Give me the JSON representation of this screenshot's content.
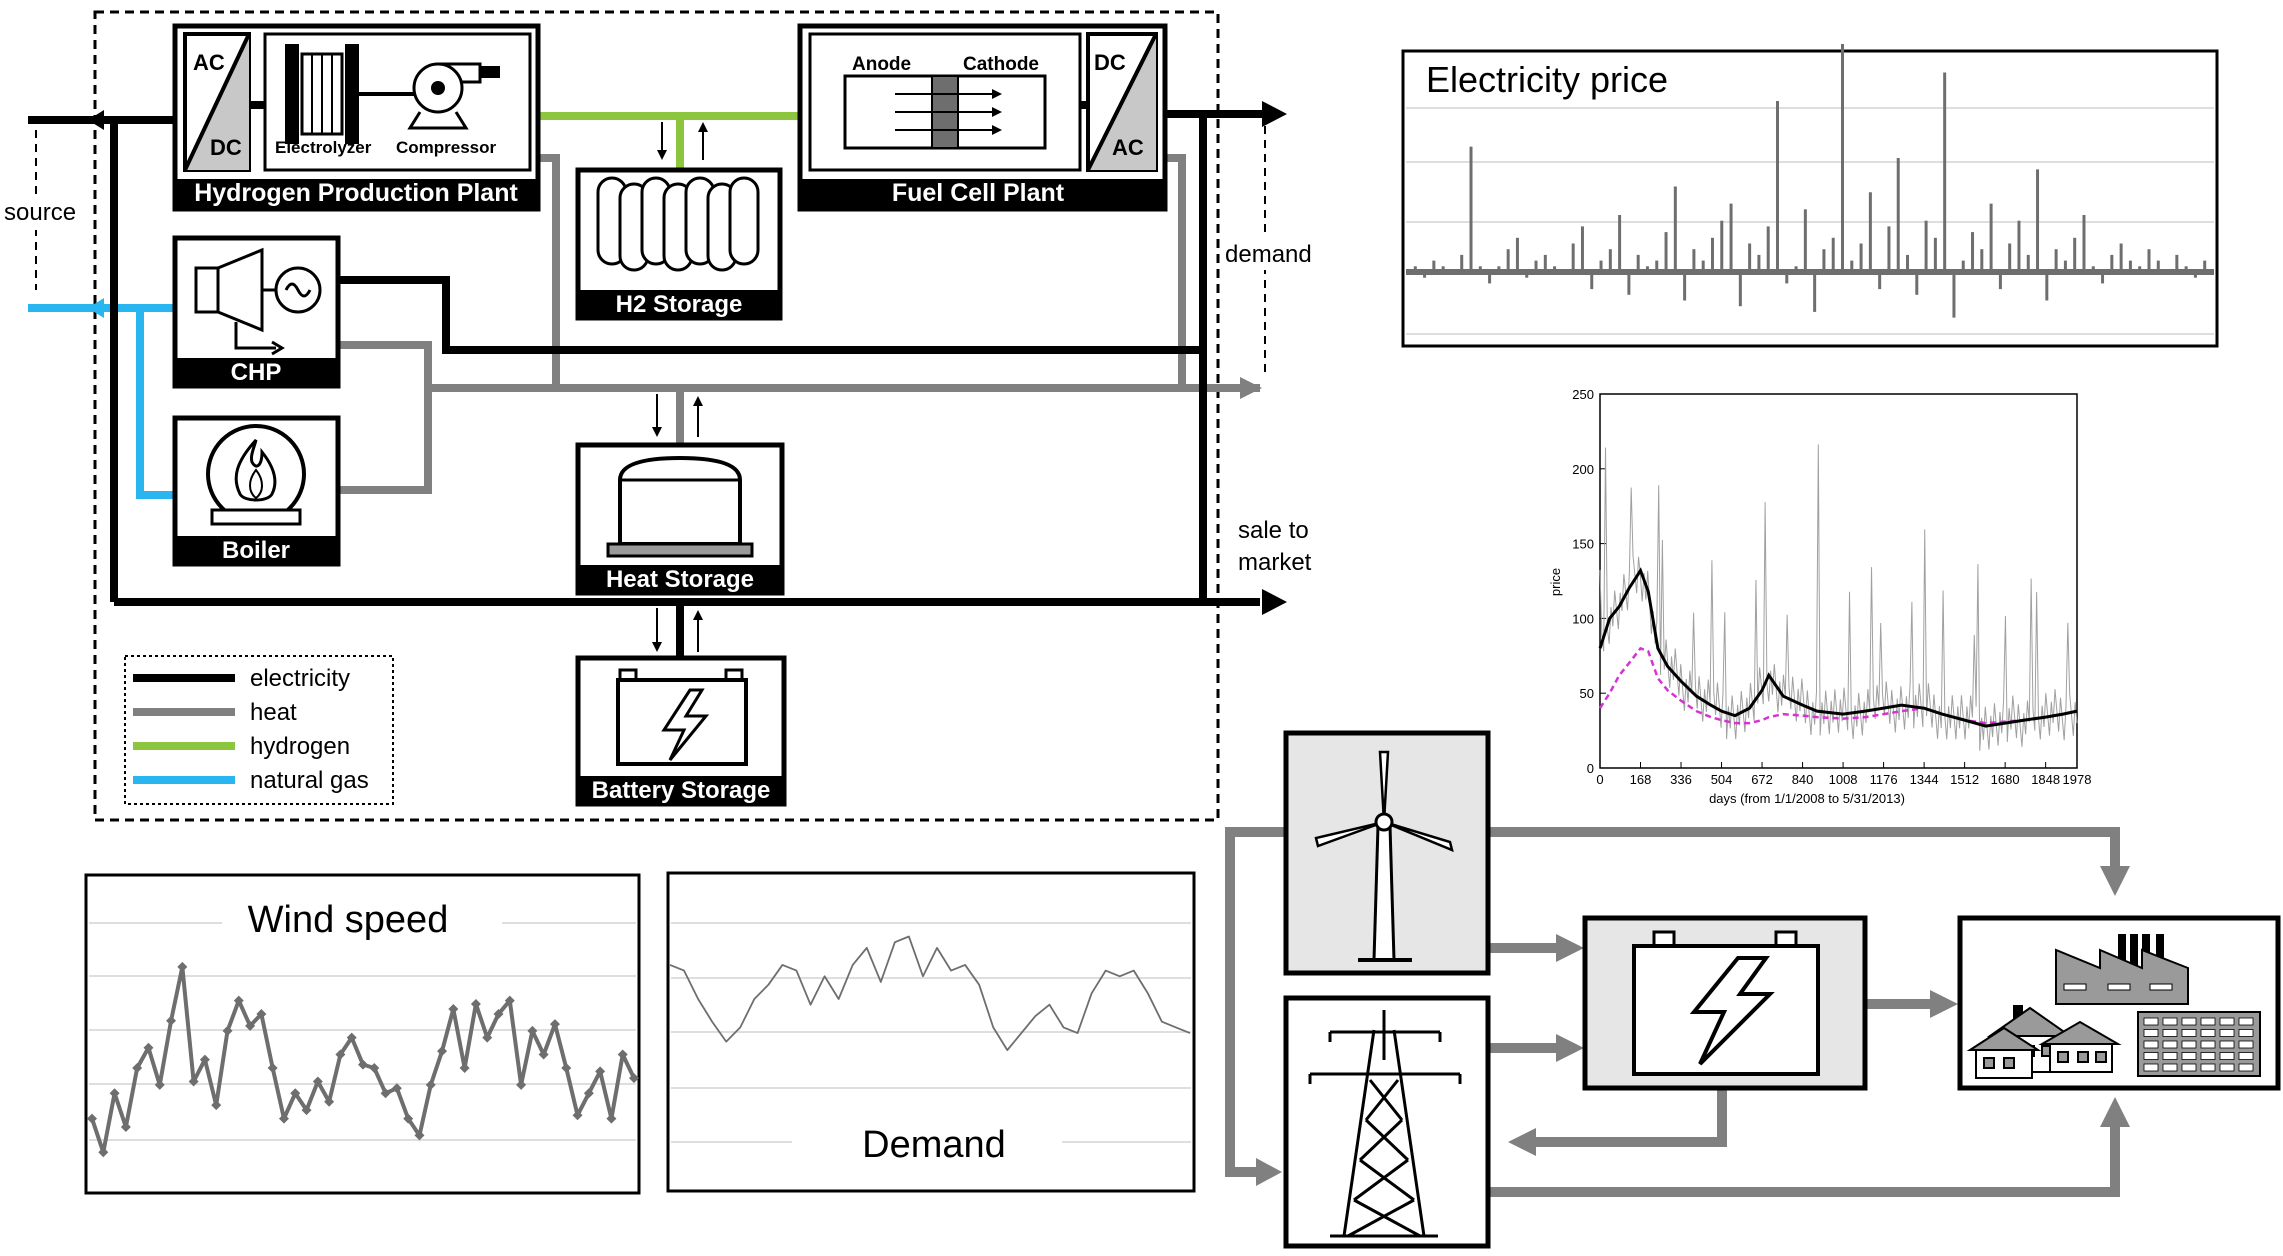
{
  "colors": {
    "electricity": "#000000",
    "heat": "#808080",
    "hydrogen": "#8cc63f",
    "natural_gas": "#29b6f0",
    "box_fill": "#e6e6e6",
    "magenta": "#d632d6",
    "chart_gray": "#6e6e6e"
  },
  "labels": {
    "source": "source",
    "demand": "demand",
    "sale_to_market": "sale to",
    "sale_to_market_2": "market"
  },
  "units": {
    "hpp": {
      "title": "Hydrogen Production Plant",
      "ac": "AC",
      "dc": "DC",
      "electrolyzer": "Electrolyzer",
      "compressor": "Compressor"
    },
    "fcp": {
      "title": "Fuel Cell Plant",
      "anode": "Anode",
      "cathode": "Cathode",
      "dc": "DC",
      "ac": "AC"
    },
    "h2": {
      "title": "H2 Storage"
    },
    "chp": {
      "title": "CHP"
    },
    "boiler": {
      "title": "Boiler"
    },
    "heat_storage": {
      "title": "Heat Storage"
    },
    "battery": {
      "title": "Battery Storage"
    }
  },
  "legend": [
    {
      "label": "electricity",
      "color": "#000000"
    },
    {
      "label": "heat",
      "color": "#808080"
    },
    {
      "label": "hydrogen",
      "color": "#8cc63f"
    },
    {
      "label": "natural gas",
      "color": "#29b6f0"
    }
  ],
  "chart_data": [
    {
      "type": "line",
      "title": "Electricity price",
      "series": [
        {
          "values": [
            0,
            1,
            -1,
            2,
            1,
            0,
            3,
            22,
            1,
            -2,
            1,
            4,
            6,
            -1,
            2,
            3,
            1,
            0,
            5,
            8,
            -3,
            2,
            4,
            10,
            -4,
            3,
            1,
            2,
            7,
            15,
            -5,
            4,
            2,
            6,
            9,
            12,
            -6,
            5,
            3,
            8,
            30,
            -2,
            1,
            11,
            -7,
            4,
            6,
            40,
            2,
            5,
            14,
            -3,
            8,
            20,
            3,
            -4,
            9,
            6,
            35,
            -8,
            2,
            7,
            4,
            12,
            -3,
            5,
            9,
            3,
            18,
            -5,
            4,
            2,
            6,
            10,
            1,
            -2,
            3,
            5,
            2,
            1,
            4,
            2,
            0,
            3,
            1,
            -1,
            2,
            0
          ]
        }
      ]
    },
    {
      "type": "line",
      "xlabel": "days (from 1/1/2008 to 5/31/2013)",
      "ylabel": "price",
      "xlim": [
        0,
        1978
      ],
      "ylim": [
        0,
        250
      ],
      "x_ticks": [
        0,
        168,
        336,
        504,
        672,
        840,
        1008,
        1176,
        1344,
        1512,
        1680,
        1848,
        1978
      ],
      "y_ticks": [
        0,
        50,
        100,
        150,
        200,
        250
      ],
      "x": [
        0,
        40,
        80,
        120,
        168,
        200,
        240,
        280,
        336,
        400,
        460,
        504,
        560,
        620,
        672,
        700,
        760,
        840,
        900,
        1008,
        1100,
        1176,
        1250,
        1344,
        1420,
        1512,
        1600,
        1680,
        1760,
        1848,
        1920,
        1978
      ],
      "series": [
        {
          "values": [
            80,
            100,
            108,
            120,
            132,
            118,
            80,
            68,
            58,
            48,
            42,
            38,
            35,
            40,
            52,
            62,
            48,
            42,
            38,
            36,
            38,
            40,
            42,
            40,
            36,
            32,
            28,
            30,
            32,
            34,
            36,
            38
          ]
        },
        {
          "values": [
            40,
            50,
            62,
            70,
            80,
            78,
            60,
            52,
            45,
            38,
            34,
            32,
            30,
            30,
            32,
            34,
            36,
            35,
            34,
            33,
            34,
            36,
            38,
            40,
            36,
            32,
            30,
            31,
            32,
            34,
            36,
            38
          ]
        }
      ]
    },
    {
      "type": "line",
      "title": "Wind speed",
      "series": [
        {
          "values": [
            40,
            20,
            55,
            35,
            70,
            82,
            60,
            98,
            130,
            62,
            75,
            48,
            92,
            110,
            95,
            102,
            70,
            40,
            55,
            45,
            62,
            50,
            78,
            88,
            72,
            70,
            55,
            58,
            40,
            30,
            60,
            80,
            105,
            70,
            108,
            88,
            102,
            110,
            60,
            92,
            78,
            96,
            70,
            42,
            55,
            68,
            40,
            78,
            64
          ]
        }
      ]
    },
    {
      "type": "line",
      "title": "Demand",
      "series": [
        {
          "values": [
            62,
            60,
            50,
            42,
            35,
            40,
            50,
            55,
            62,
            60,
            48,
            58,
            50,
            62,
            68,
            56,
            70,
            72,
            58,
            68,
            60,
            62,
            55,
            40,
            32,
            38,
            44,
            48,
            40,
            38,
            52,
            60,
            58,
            60,
            52,
            42,
            40,
            38
          ]
        }
      ]
    }
  ]
}
